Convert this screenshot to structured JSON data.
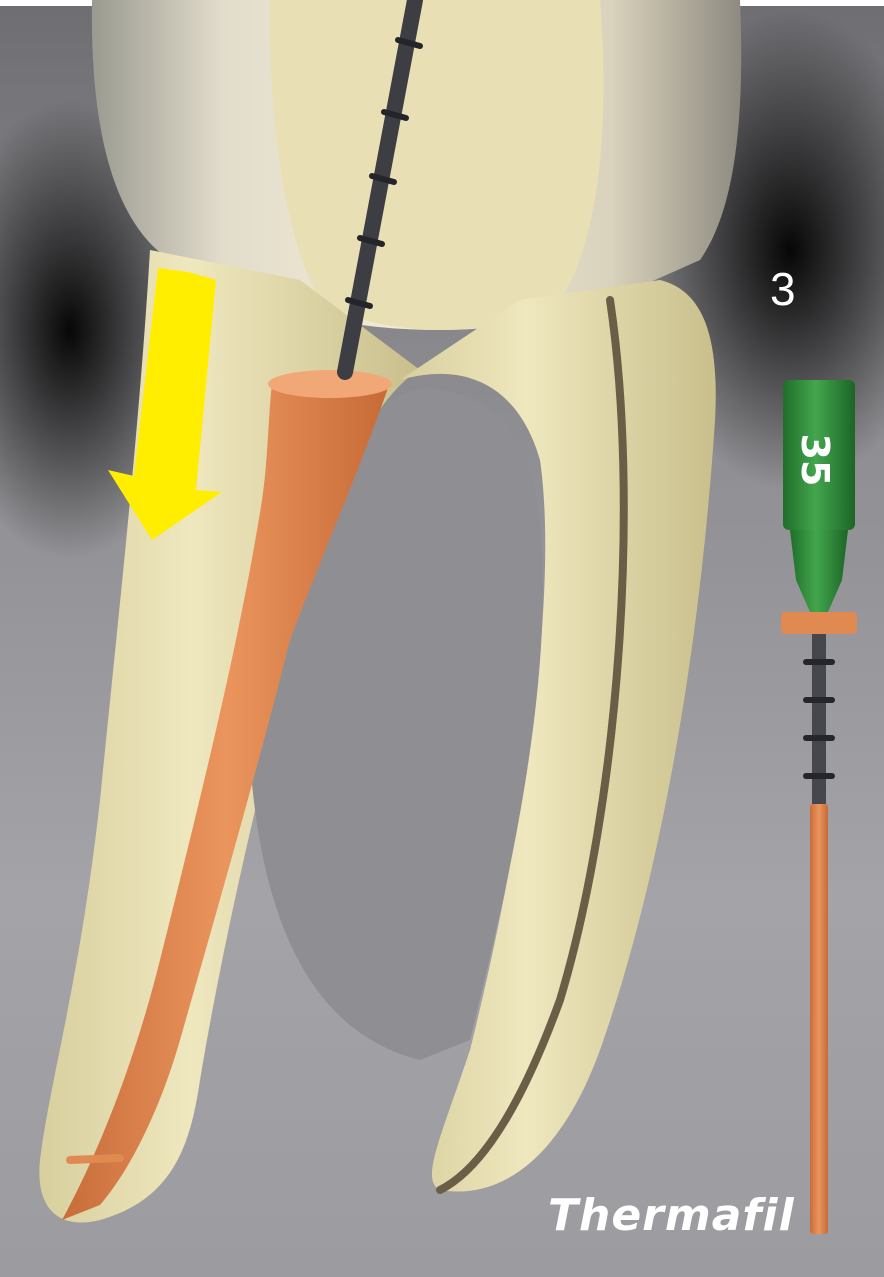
{
  "step_number": "3",
  "brand": "Thermafil",
  "file_size_marking": "35",
  "colors": {
    "tooth": "#ede5bd",
    "gutta_percha": "#e08a52",
    "carrier_handle": "#2f8f3a",
    "arrow": "#ffee00",
    "background_xray": "#9a9a9e"
  },
  "icons": [
    "down-left-arrow-icon"
  ]
}
